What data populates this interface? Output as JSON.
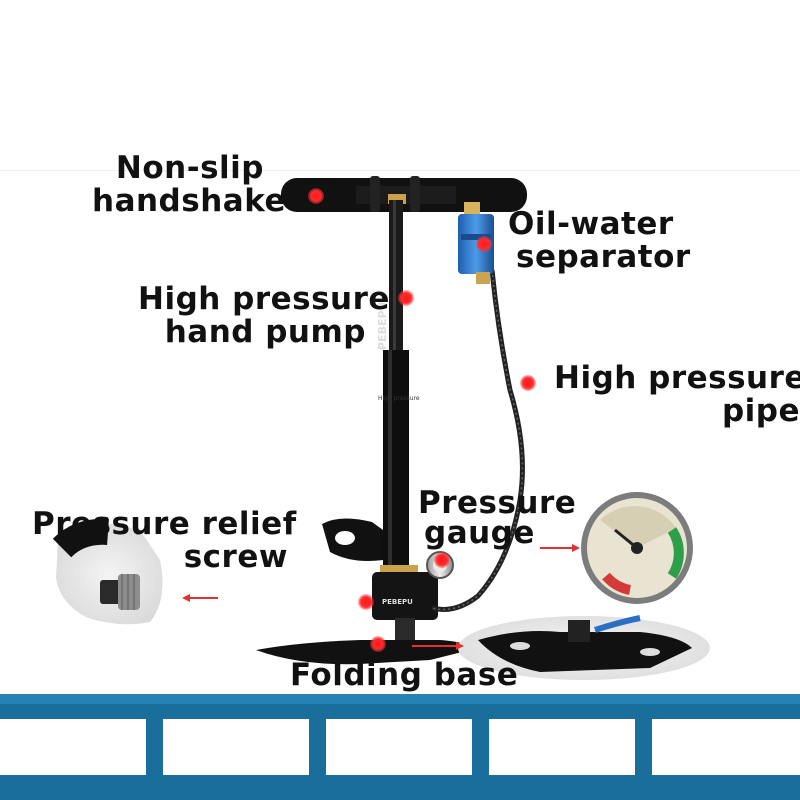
{
  "labels": {
    "handle": [
      "Non-slip",
      "handshake"
    ],
    "separator": [
      "Oil-water",
      "separator"
    ],
    "pump": [
      "High pressure",
      "hand pump"
    ],
    "pipe": [
      "High pressure",
      "pipe"
    ],
    "gauge": [
      "Pressure",
      "gauge"
    ],
    "relief": [
      "Pressure relief",
      "screw"
    ],
    "base": "Folding base"
  },
  "small_text": {
    "brand": "PEBEPU",
    "tiny_caption": "High pressure"
  },
  "colors": {
    "marker_dot": "#ff2020",
    "band": "#1a6e9c",
    "pump_body": "#111111",
    "separator": "#2f7fd0"
  }
}
